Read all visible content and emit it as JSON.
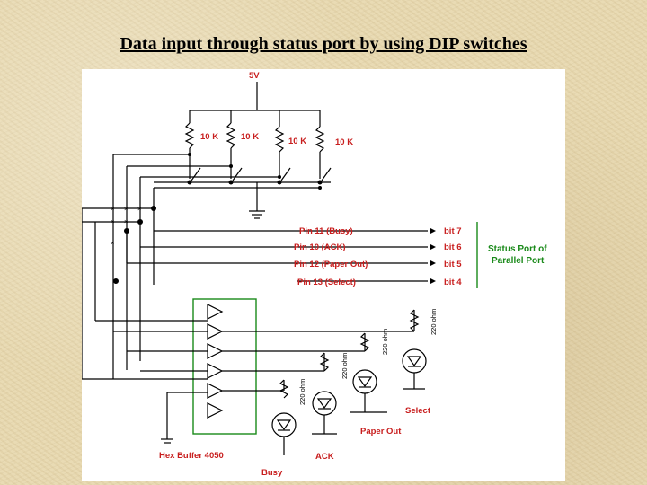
{
  "title": "Data input through status port by using DIP switches",
  "supply_label": "5V",
  "resistors": [
    "10 K",
    "10 K",
    "10 K",
    "10 K"
  ],
  "pins": [
    {
      "label": "Pin 11 (Busy)",
      "bit": "bit 7"
    },
    {
      "label": "Pin 10 (ACK)",
      "bit": "bit 6"
    },
    {
      "label": "Pin 12 (Paper Out)",
      "bit": "bit 5"
    },
    {
      "label": "Pin 13 (Select)",
      "bit": "bit 4"
    }
  ],
  "status_port": {
    "line1": "Status Port of",
    "line2": "Parallel Port"
  },
  "led_resistor_label": "220 ohm",
  "buffer_label": "Hex Buffer 4050",
  "led_labels": {
    "busy": "Busy",
    "ack": "ACK",
    "paper_out": "Paper Out",
    "select": "Select"
  },
  "colors": {
    "labels": "#c81e1e",
    "buffer_box": "#1a8a1a",
    "background": "#e8d9b0"
  }
}
